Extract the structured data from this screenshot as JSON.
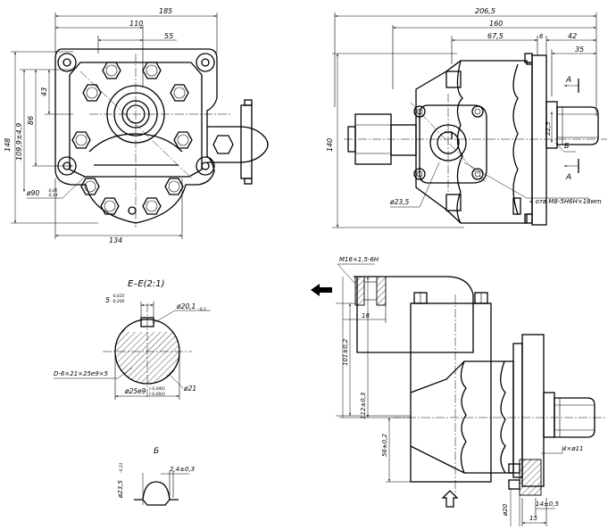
{
  "front_view": {
    "dims": {
      "d185": "185",
      "d110": "110",
      "d55": "55",
      "d148": "148",
      "d109": "109,9±4,9",
      "d86": "86",
      "d43": "43",
      "d90": "ø90",
      "d90_tol_up": "-0,05",
      "d90_tol_lo": "-0,14",
      "d134": "134"
    }
  },
  "side_view": {
    "dims": {
      "d206": "206,5",
      "d160": "160",
      "d67": "67,5",
      "d6": "6",
      "d42": "42",
      "d35": "35",
      "d140": "140",
      "d22": "22,5",
      "d23": "ø23,5",
      "holes": "4 отв М8-5Н6Н×18мm"
    },
    "section_a_top": "A",
    "section_a_bottom": "A",
    "callout_b": "Б"
  },
  "section_ee": {
    "title": "E–E(2:1)",
    "key_width": "5",
    "key_tol_up": "-0,035",
    "key_tol_lo": "-0,200",
    "d20": "ø20,1",
    "d20_tol": "-0,2",
    "spline": "D-6×21×25е9×5",
    "d25": "ø25е9",
    "d25_tol_up": "(-0,040)",
    "d25_tol_lo": "(-0,092)",
    "d21": "ø21"
  },
  "detail_b": {
    "title": "Б",
    "d23": "ø23,5",
    "d23_tol": "-0,21",
    "d2": "2,4±0,3"
  },
  "bottom_view": {
    "thread": "М16×1,5-6Н",
    "d18": "18",
    "d101": "101±0,2",
    "d112": "112±0,3",
    "d56": "56±0,2",
    "d4": "4×ø11",
    "d14": "14±0,5",
    "d20": "ø20",
    "d15": "15"
  }
}
